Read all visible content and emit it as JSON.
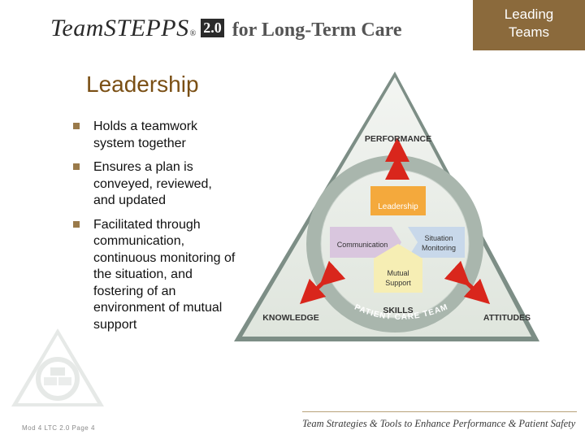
{
  "header": {
    "logo_team": "TeamSTEPPS",
    "logo_reg": "®",
    "logo_version": "2.0",
    "logo_subtitle": "for Long-Term Care"
  },
  "module_label": {
    "line1": "Leading",
    "line2": "Teams"
  },
  "slide": {
    "title": "Leadership",
    "bullets": [
      "Holds a teamwork system together",
      "Ensures a plan is conveyed, reviewed, and updated",
      "Facilitated through communication, continuous monitoring of the situation, and fostering of an environment of mutual support"
    ]
  },
  "diagram": {
    "performance": "PERFORMANCE",
    "knowledge": "KNOWLEDGE",
    "attitudes": "ATTITUDES",
    "skills": "SKILLS",
    "patient_care_team": "PATIENT CARE TEAM",
    "leadership": "Leadership",
    "communication": "Communication",
    "situation": "Situation",
    "monitoring": "Monitoring",
    "mutual": "Mutual",
    "support": "Support"
  },
  "footer": {
    "left": "Mod 4 LTC 2.0 Page 4",
    "tagline": "Team Strategies & Tools to Enhance Performance & Patient Safety"
  },
  "colors": {
    "module_box": "#8b6a3c",
    "title": "#7a4f14",
    "leadership_box": "#f4a93c",
    "communication_box": "#d9c6de",
    "situation_box": "#c8d8ea",
    "mutual_support_box": "#f6eeb4",
    "arrow_red": "#d9261c",
    "triangle_fill": "#e7ebe5"
  }
}
